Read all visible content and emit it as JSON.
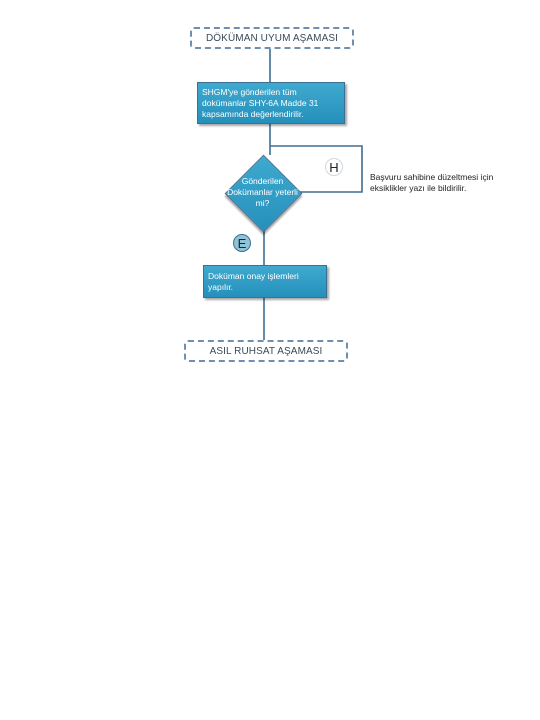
{
  "nodes": {
    "start": "DÖKÜMAN UYUM AŞAMASI",
    "review": "SHGM'ye gönderilen tüm dokümanlar SHY-6A Madde 31 kapsamında değerlendirilir.",
    "decision": "Gönderilen Dokümanlar yeterli mi?",
    "approve": "Doküman onay işlemleri yapılır.",
    "end": "ASIL RUHSAT AŞAMASI"
  },
  "branches": {
    "no": "H",
    "yes": "E"
  },
  "note": "Başvuru sahibine düzeltmesi için eksiklikler yazı ile bildirilir.",
  "colors": {
    "process_fill": "#2f9dc6",
    "process_border": "#3c6f93",
    "connector": "#3f6e93",
    "terminal_border": "#6f8fb0"
  }
}
